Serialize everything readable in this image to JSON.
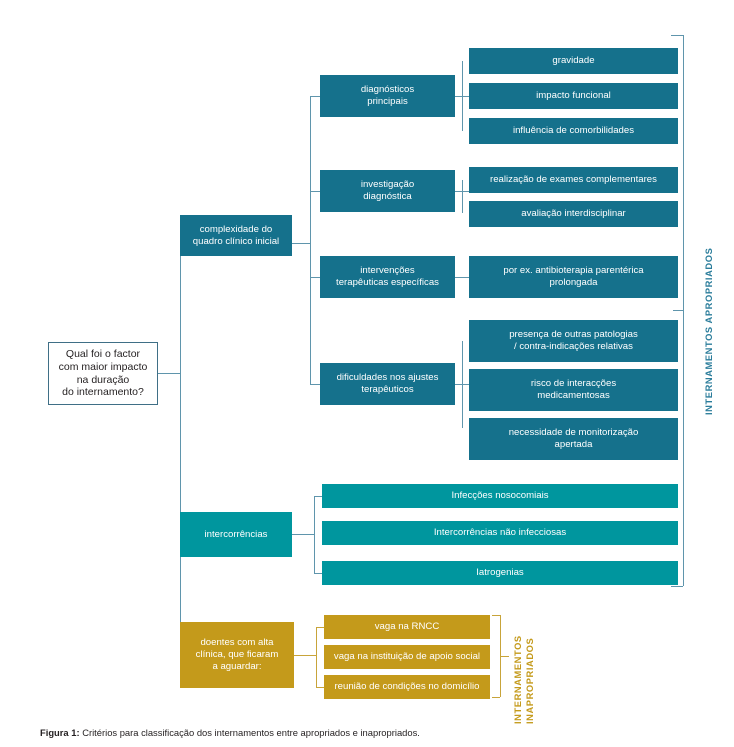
{
  "figure": {
    "caption_label": "Figura 1:",
    "caption_text": " Critérios para classificação dos internamentos entre apropriados e inapropriados."
  },
  "colors": {
    "teal_dark": "#15718c",
    "teal_bright": "#00969e",
    "gold": "#c49a1b",
    "connector_blue": "#5f95ac",
    "connector_gold": "#c8a43a",
    "root_border": "#3f6f86",
    "text_dark": "#231f20"
  },
  "root": {
    "label": "Qual foi o factor com maior impacto na duração do internamento?",
    "lines": [
      "Qual foi o factor",
      "com maior impacto",
      "na duração",
      "do internamento?"
    ]
  },
  "branches": [
    {
      "id": "complexidade",
      "label": "complexidade do quadro clínico inicial",
      "lines": [
        "complexidade do",
        "quadro clínico inicial"
      ],
      "children": [
        {
          "id": "diagnosticos-principais",
          "label": "diagnósticos principais",
          "lines": [
            "diagnósticos",
            "principais"
          ],
          "items": [
            {
              "label": "gravidade",
              "lines": [
                "gravidade"
              ]
            },
            {
              "label": "impacto funcional",
              "lines": [
                "impacto funcional"
              ]
            },
            {
              "label": "influência de comorbilidades",
              "lines": [
                "influência de comorbilidades"
              ]
            }
          ]
        },
        {
          "id": "investigacao-diagnostica",
          "label": "investigação diagnóstica",
          "lines": [
            "investigação",
            "diagnóstica"
          ],
          "items": [
            {
              "label": "realização de exames complementares",
              "lines": [
                "realização de exames complementares"
              ]
            },
            {
              "label": "avaliação interdisciplinar",
              "lines": [
                "avaliação interdisciplinar"
              ]
            }
          ]
        },
        {
          "id": "intervencoes-terapeuticas",
          "label": "intervenções terapêuticas específicas",
          "lines": [
            "intervenções",
            "terapêuticas específicas"
          ],
          "items": [
            {
              "label": "por ex. antibioterapia parentérica prolongada",
              "lines": [
                "por ex. antibioterapia parentérica",
                "prolongada"
              ]
            }
          ]
        },
        {
          "id": "dificuldades-ajustes",
          "label": "dificuldades nos ajustes terapêuticos",
          "lines": [
            "dificuldades nos ajustes",
            "terapêuticos"
          ],
          "items": [
            {
              "label": "presença de outras patologias / contra-indicações relativas",
              "lines": [
                "presença de outras patologias",
                "/ contra-indicações relativas"
              ]
            },
            {
              "label": "risco de interacções medicamentosas",
              "lines": [
                "risco de interacções",
                "medicamentosas"
              ]
            },
            {
              "label": "necessidade de monitorização apertada",
              "lines": [
                "necessidade de monitorização",
                "apertada"
              ]
            }
          ]
        }
      ]
    },
    {
      "id": "intercorrencias",
      "label": "intercorrências",
      "lines": [
        "intercorrências"
      ],
      "items": [
        {
          "label": "Infecções nosocomiais",
          "lines": [
            "Infecções nosocomiais"
          ]
        },
        {
          "label": "Intercorrências não infecciosas",
          "lines": [
            "Intercorrências não infecciosas"
          ]
        },
        {
          "label": "Iatrogenias",
          "lines": [
            "Iatrogenias"
          ]
        }
      ]
    },
    {
      "id": "doentes-alta-clinica",
      "label": "doentes com alta clínica, que ficaram a aguardar:",
      "lines": [
        "doentes com alta",
        "clínica, que ficaram",
        "a aguardar:"
      ],
      "items": [
        {
          "label": "vaga na RNCC",
          "lines": [
            "vaga na RNCC"
          ]
        },
        {
          "label": "vaga na instituição de apoio social",
          "lines": [
            "vaga na instituição de apoio social"
          ]
        },
        {
          "label": "reunião de condições no domicílio",
          "lines": [
            "reunião de condições no domicílio"
          ]
        }
      ]
    }
  ],
  "group_labels": {
    "appropriate": "INTERNAMENTOS APROPRIADOS",
    "inappropriate_line1": "INTERNAMENTOS",
    "inappropriate_line2": "INAPROPRIADOS"
  }
}
